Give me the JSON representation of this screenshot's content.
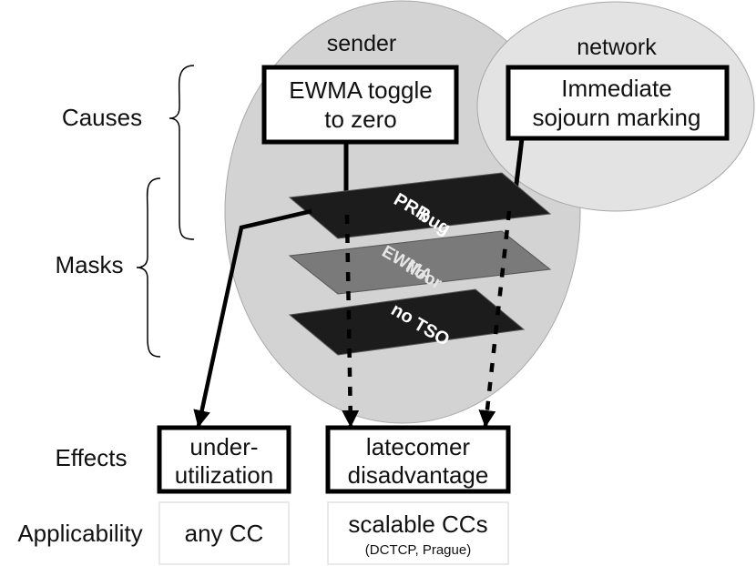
{
  "groups": {
    "sender": "sender",
    "network": "network"
  },
  "row_labels": {
    "causes": "Causes",
    "masks": "Masks",
    "effects": "Effects",
    "applicability": "Applicability"
  },
  "causes": {
    "sender_line1": "EWMA toggle",
    "sender_line2": "to zero",
    "network_line1": "Immediate",
    "network_line2": "sojourn marking"
  },
  "masks": {
    "top_line1": "PRR",
    "top_line2": "bug",
    "middle_line1": "EWMA",
    "middle_line2": "floor",
    "bottom_line1": "no",
    "bottom_line2": "TSO"
  },
  "effects": {
    "left_line1": "under-",
    "left_line2": "utilization",
    "right_line1": "latecomer",
    "right_line2": "disadvantage"
  },
  "applicability": {
    "left": "any CC",
    "right_line1": "scalable CCs",
    "right_line2": "(DCTCP, Prague)"
  },
  "colors": {
    "sender_bubble": "#d3d3d3",
    "network_bubble": "#e3e3e3",
    "mask_dark": "#1c1c1c",
    "mask_grey": "#7a7a7a",
    "box_border": "#000000"
  }
}
